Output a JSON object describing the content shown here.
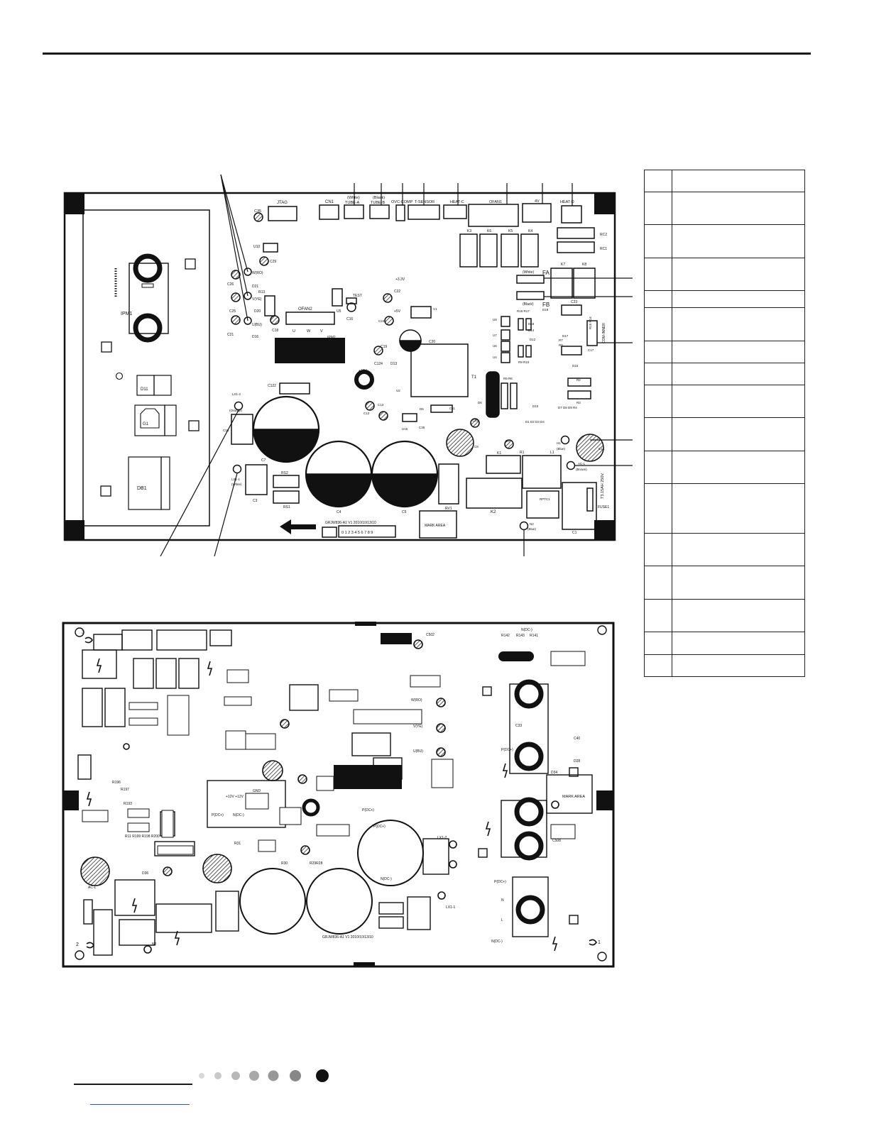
{
  "colors": {
    "ink": "#1a1a1a",
    "link": "#3b52c4"
  },
  "top_board": {
    "connectors": [
      {
        "key": "jtag",
        "label": "JTAG"
      },
      {
        "key": "cn1",
        "label": "CN1"
      },
      {
        "key": "tube_a_note",
        "label": "(White)"
      },
      {
        "key": "tube_a",
        "label": "TUBE-A"
      },
      {
        "key": "tube_b_note",
        "label": "(Black)"
      },
      {
        "key": "tube_b",
        "label": "TUBE-B"
      },
      {
        "key": "ovc_comp",
        "label": "OVC-COMP"
      },
      {
        "key": "t_sensor",
        "label": "T-SENSOR"
      },
      {
        "key": "heat_c",
        "label": "HEAT-C"
      },
      {
        "key": "ofan1",
        "label": "OFAN1"
      },
      {
        "key": "four_v",
        "label": "4V"
      },
      {
        "key": "heat_d",
        "label": "HEAT-D"
      }
    ],
    "parts": {
      "ipm1": "IPM1",
      "ipm2": "IPM2",
      "ofan2": "OFAN2",
      "uvw": [
        "U",
        "W",
        "V"
      ],
      "d11": "D11",
      "g1": "G1",
      "db1": "DB1",
      "w_ro": "W(RO)",
      "v_ye": "V(YE)",
      "u_bu": "U(BU)",
      "c35": "C35",
      "u10": "U10",
      "c29": "C29",
      "c26": "C26",
      "c25": "C25",
      "c21": "C21",
      "d21": "D21",
      "d20": "D20",
      "d16": "D16",
      "r13": "R13",
      "c18": "C18",
      "u5": "U5",
      "test": "TEST",
      "c16": "C16",
      "c22": "C22",
      "v33": "+3.3V",
      "v5": "+5V",
      "c24": "C24",
      "v1": "V1",
      "c19": "C19",
      "c20": "C20",
      "c124": "C124",
      "d13": "D13",
      "v15": "+15V",
      "c122": "C122",
      "t1": "T1",
      "u2": "U2",
      "c13": "C13",
      "c12": "C12",
      "d5": "D5",
      "c11": "C11",
      "d6": "D6",
      "u15": "U15",
      "c36": "C36",
      "c10": "C10",
      "c8": "C8",
      "c9": "C9",
      "k1": "K1",
      "r1": "R1",
      "l1": "L1",
      "k2": "K2",
      "rptc1": "RPTC1",
      "c1": "C1",
      "fuse1": "FUSE1",
      "fuse_rating": "T3.15AH 250V",
      "c14": "C14",
      "h1": "H1",
      "h1_note": "(Blue)",
      "ac_l": "AC-L",
      "ac_l_note": "(Brown)",
      "n2": "N2",
      "n2_note": "(Blue)",
      "rv1": "RV1",
      "mark": "MARK AREA",
      "c7": "C7",
      "c15": "C15",
      "c4": "C4",
      "c5": "C5",
      "c3": "C3",
      "rs1": "RS1",
      "rs2": "RS2",
      "lx1_2": "LX1-2",
      "lx1_2_note": "(Orange)",
      "lx1_1": "LX1-1",
      "lx1_1_note": "(White)",
      "board_id": "GRJW836-A1 V1 2010/10/13/10",
      "digits": "0 1 2 3 4 5 6 7 8 9",
      "k3": "K3",
      "k6": "K6",
      "k5": "K5",
      "k4": "K4",
      "k7": "K7",
      "k8": "K8",
      "rc2": "RC2",
      "rc1": "RC1",
      "fa_note": "(White)",
      "fa": "FA",
      "fb_note": "(Black)",
      "fb": "FB",
      "c23": "C23",
      "r16r17": "R16 R17",
      "d19": "D19",
      "d18": "D18",
      "d14": "D14",
      "u8": "U8",
      "u7": "U7",
      "u6": "U6",
      "u4": "U4",
      "d12": "D12",
      "r9r10": "R9 R10",
      "r7": "R7",
      "r8": "R8",
      "d17": "D17",
      "c17": "C17",
      "d15": "D15",
      "r15r14": "R15 R14",
      "com_inner": "COM-INNER",
      "r5r6": "R5 R6",
      "r2": "R2",
      "r3": "R3",
      "d10": "D10",
      "d7d8d9r4": "D7 D8 D9 R4",
      "d1d4": "D1 D2 D3 D4"
    }
  },
  "bottom_board": {
    "labels": {
      "nd": "N(DC-)",
      "pd": "P(DC+)",
      "lx1_2": "LX1-2",
      "lx1_1": "LX1-1",
      "mark": "MARK AREA",
      "n": "N",
      "l": "L",
      "ac_l": "AC-L",
      "n2": "N2",
      "corner3": "3",
      "corner2": "2",
      "corner1": "1",
      "r142": "R142",
      "r143": "R143",
      "r141": "R141",
      "wro": "W(RO)",
      "vye": "V(YE)",
      "ubu": "U(BU)",
      "board_id": "GRJW836-A1 V1 2010/10/13/10",
      "gnd": "GND",
      "v12": "+12V +12V",
      "r31": "R31",
      "r30": "R30",
      "r29r28": "R29R28",
      "r11": "R11 R199 R198 R200",
      "r193": "R193",
      "r197": "R197",
      "r196": "R196",
      "c502": "C502",
      "c508": "C508",
      "d34": "D34",
      "d28": "D28",
      "d36": "D36",
      "c33": "C33",
      "c40": "C40"
    }
  }
}
